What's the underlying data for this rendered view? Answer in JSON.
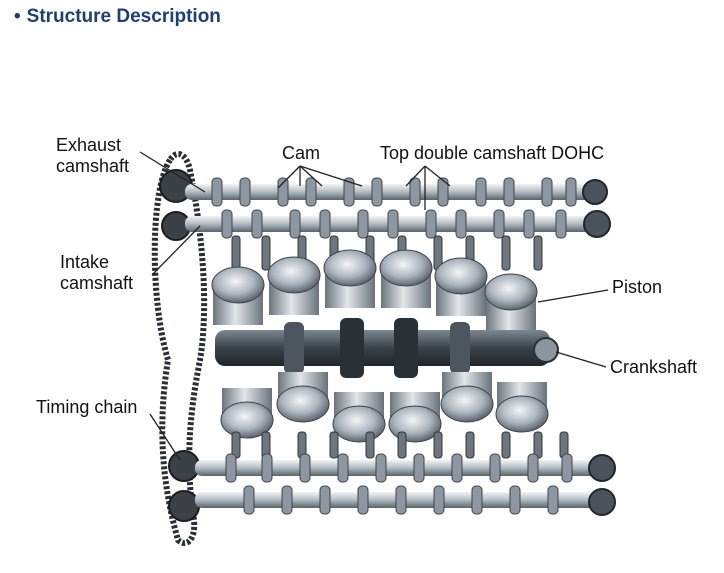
{
  "heading": {
    "bullet": "•",
    "text": "Structure Description"
  },
  "labels": {
    "exhaust_line1": "Exhaust",
    "exhaust_line2": "camshaft",
    "cam": "Cam",
    "dohc": "Top double camshaft DOHC",
    "intake_line1": "Intake",
    "intake_line2": "camshaft",
    "piston": "Piston",
    "crankshaft": "Crankshaft",
    "timing_chain": "Timing chain"
  },
  "colors": {
    "heading": "#1f3f73",
    "metal_light": "#d9dde2",
    "metal_mid": "#9aa3ad",
    "metal_dark": "#4a525b",
    "leader": "#222222"
  }
}
